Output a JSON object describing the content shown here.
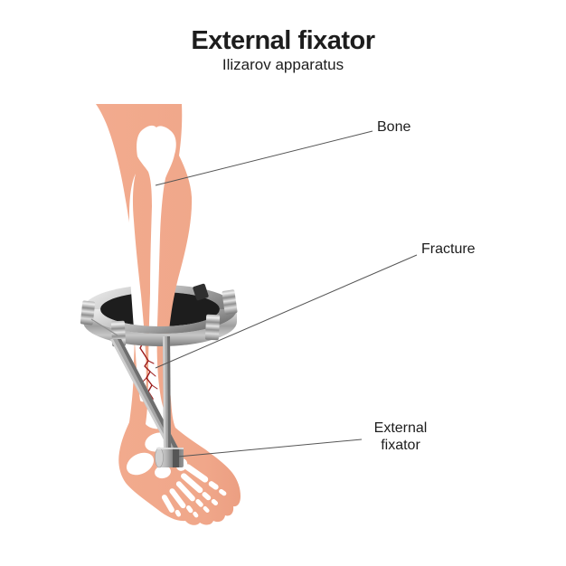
{
  "header": {
    "title": "External fixator",
    "subtitle": "Ilizarov apparatus"
  },
  "annotations": {
    "bone": {
      "label": "Bone"
    },
    "fracture": {
      "label": "Fracture"
    },
    "external_fixator": {
      "label_line1": "External",
      "label_line2": "fixator"
    }
  },
  "colors": {
    "background": "#ffffff",
    "text": "#1d1d1d",
    "leader_line": "#555555",
    "skin": "#f0a78a",
    "skin_shade": "#e89a7d",
    "bone_fill": "#ffffff",
    "fracture_crack": "#9b1b1b",
    "metal_mid": "#a6a6a6",
    "metal_edge_dark": "#6e6e6e",
    "metal_edge_light": "#cfcfcf",
    "ring_inner_shadow": "#1d1d1d",
    "clamp_dark": "#2f2f2f"
  }
}
